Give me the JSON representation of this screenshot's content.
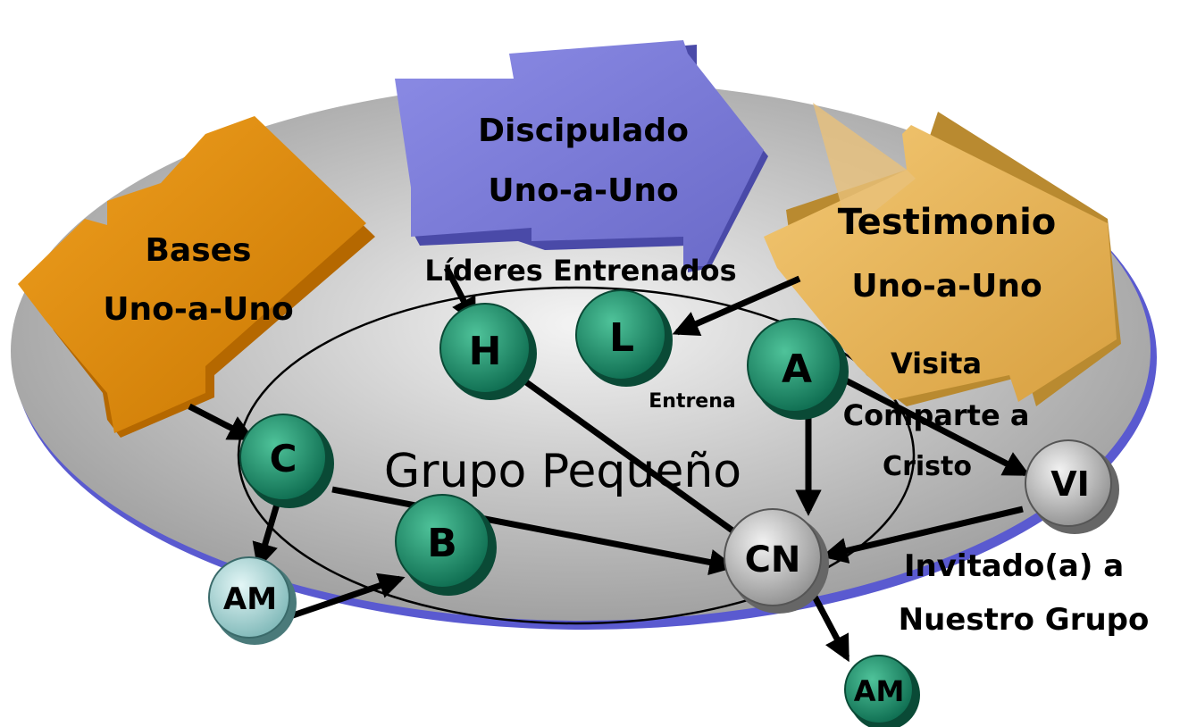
{
  "arrows": {
    "bases": [
      "Bases",
      "Uno-a-Uno"
    ],
    "discipulado": [
      "Discipulado",
      "Uno-a-Uno"
    ],
    "testimonio": [
      "Testimonio",
      "Uno-a-Uno"
    ]
  },
  "center_label": "Grupo Pequeño",
  "labels": {
    "lideres": "Líderes Entrenados",
    "entrena": "Entrena",
    "visita": [
      "Visita",
      "Comparte a",
      "Cristo"
    ],
    "invitado": [
      "Invitado(a) a",
      "Nuestro Grupo"
    ]
  },
  "nodes": {
    "h": "H",
    "l": "L",
    "a": "A",
    "c": "C",
    "b": "B",
    "cn": "CN",
    "vi": "VI",
    "am_left": "AM",
    "am_bottom": "AM"
  },
  "colors": {
    "green_node": "#1f8a6a",
    "gray_node": "#bdbdbd",
    "lightblue_node": "#9fd0d0",
    "orange_arrow": "#d98400",
    "purple_arrow": "#7676d6",
    "gold_arrow": "#e6b35a",
    "ellipse_fill": "#c8c8c8",
    "ellipse_border": "#5a5ad0"
  }
}
